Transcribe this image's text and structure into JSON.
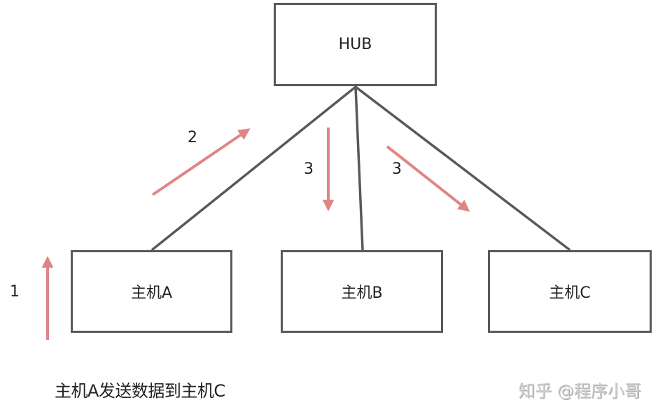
{
  "diagram": {
    "hub": {
      "label": "HUB"
    },
    "hosts": [
      {
        "label": "主机A"
      },
      {
        "label": "主机B"
      },
      {
        "label": "主机C"
      }
    ],
    "steps": [
      {
        "label": "1",
        "description": "主机A → HUB (up)"
      },
      {
        "label": "2",
        "description": "toward HUB"
      },
      {
        "label": "3",
        "description": "HUB → 主机B"
      },
      {
        "label": "3",
        "description": "HUB → 主机C"
      }
    ],
    "caption": "主机A发送数据到主机C",
    "watermark": "知乎 @程序小哥",
    "colors": {
      "box_border": "#595959",
      "link_line": "#595959",
      "arrow": "#e08585",
      "text": "#222222",
      "watermark": "#cfcfcf"
    }
  }
}
